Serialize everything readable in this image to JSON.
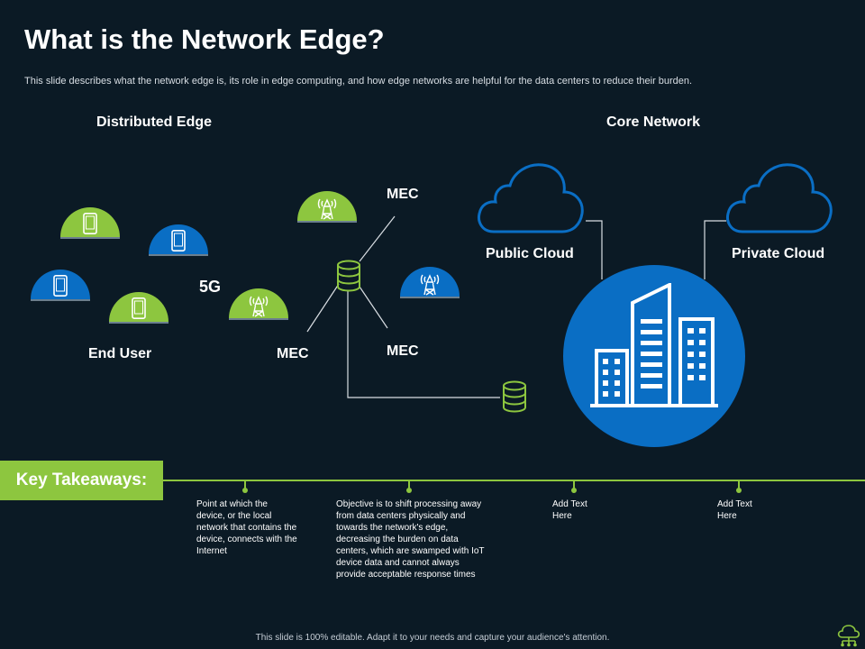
{
  "slide": {
    "title": "What is the Network Edge?",
    "subtitle": "This slide describes what the network edge is, its role in edge computing, and how edge networks are helpful for the data centers to reduce their burden."
  },
  "diagram": {
    "left_heading": "Distributed Edge",
    "right_heading": "Core Network",
    "end_user_label": "End User",
    "five_g_label": "5G",
    "mec_top_label": "MEC",
    "mec_bottom_left_label": "MEC",
    "mec_bottom_right_label": "MEC",
    "public_cloud_label": "Public Cloud",
    "private_cloud_label": "Private Cloud",
    "colors": {
      "green": "#8dc63f",
      "blue": "#0a6ec4",
      "background": "#0b1a25"
    }
  },
  "takeaways": {
    "label": "Key Takeaways:",
    "items": [
      "Point at which the device, or the local network that contains the device, connects with the Internet",
      "Objective is to shift processing away from data centers physically and towards the network's edge, decreasing the burden on data centers, which are swamped with IoT device data and cannot always provide acceptable response times",
      "Add Text Here",
      "Add Text Here"
    ]
  },
  "footer": {
    "text": "This slide is 100% editable. Adapt it to your needs and capture your audience's attention."
  }
}
